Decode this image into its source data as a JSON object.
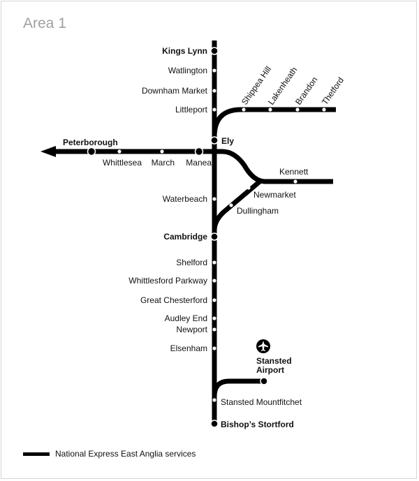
{
  "title": "Area 1",
  "line_color": "#000000",
  "stations": {
    "kings_lynn": "Kings Lynn",
    "watlington": "Watlington",
    "downham_market": "Downham Market",
    "littleport": "Littleport",
    "ely": "Ely",
    "shippea_hill": "Shippea Hill",
    "lakenheath": "Lakenheath",
    "brandon": "Brandon",
    "thetford": "Thetford",
    "peterborough": "Peterborough",
    "whittlesea": "Whittlesea",
    "march": "March",
    "manea": "Manea",
    "kennett": "Kennett",
    "newmarket": "Newmarket",
    "dullingham": "Dullingham",
    "waterbeach": "Waterbeach",
    "cambridge": "Cambridge",
    "shelford": "Shelford",
    "whittlesford_parkway": "Whittlesford Parkway",
    "great_chesterford": "Great Chesterford",
    "audley_end": "Audley End",
    "newport": "Newport",
    "elsenham": "Elsenham",
    "stansted_airport_1": "Stansted",
    "stansted_airport_2": "Airport",
    "stansted_mountfitchet": "Stansted Mountfitchet",
    "bishops_stortford": "Bishop’s Stortford"
  },
  "legend": {
    "label": "National Express East Anglia services"
  }
}
